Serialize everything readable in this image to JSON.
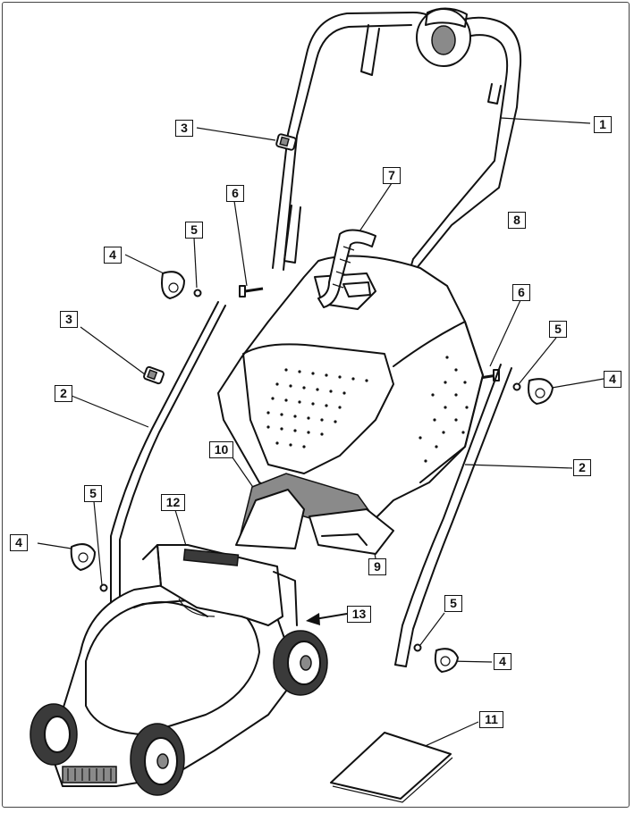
{
  "callouts": {
    "handle_upper": "1",
    "handle_lower_left": "2",
    "handle_lower_right": "2",
    "clip_upper": "3",
    "clip_lower": "3",
    "knob_upper_left": "4",
    "knob_lower_left": "4",
    "knob_right": "4",
    "knob_lower_right": "4",
    "washer_upper_left": "5",
    "washer_lower_left": "5",
    "washer_right": "5",
    "washer_lower_right": "5",
    "bolt_left": "6",
    "bolt_right": "6",
    "cable_hook": "7",
    "grass_box": "8",
    "box_base": "9",
    "box_lid": "10",
    "manual": "11",
    "mower_top": "12",
    "mower_arrow": "13"
  },
  "colors": {
    "line": "#111111",
    "background": "#ffffff",
    "shade": "#8a8a8a"
  }
}
